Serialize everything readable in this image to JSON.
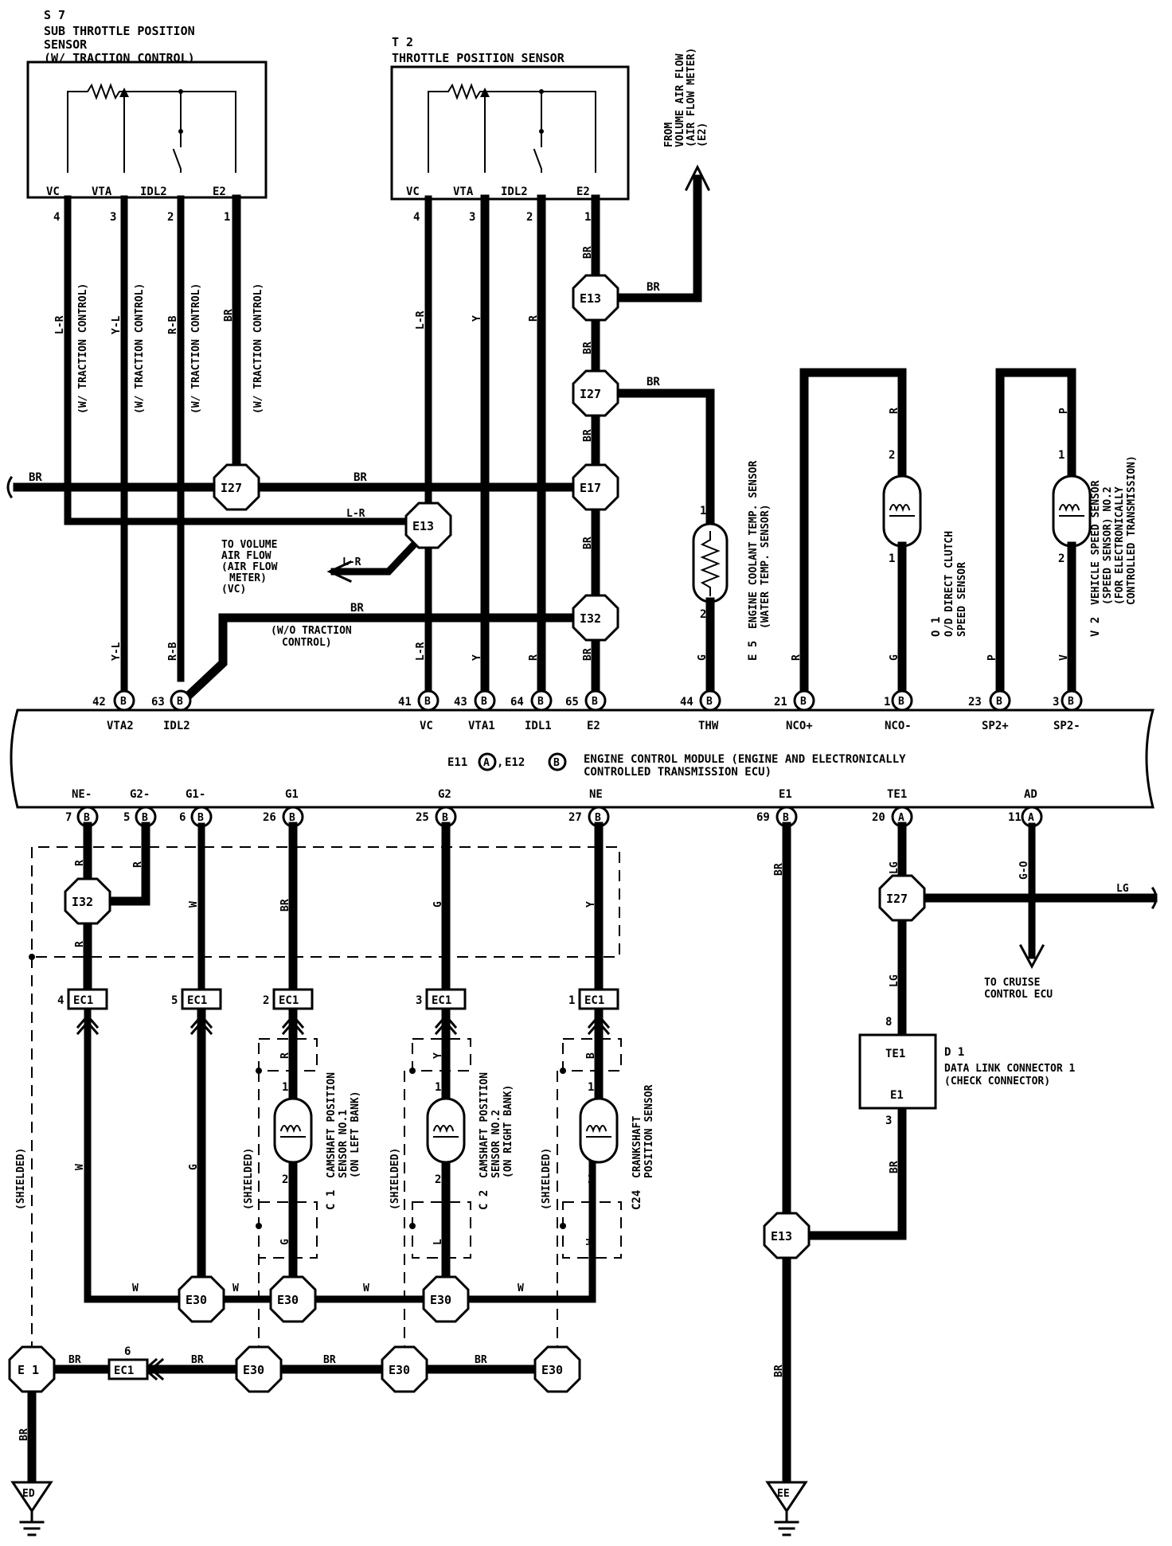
{
  "s7": {
    "id": "S 7",
    "name": "SUB THROTTLE POSITION",
    "name2": "SENSOR",
    "note": "(W/ TRACTION CONTROL)"
  },
  "t2": {
    "id": "T 2",
    "name": "THROTTLE POSITION SENSOR"
  },
  "sensor_pins": {
    "vc": "VC",
    "vta": "VTA",
    "idl2": "IDL2",
    "e2": "E2",
    "p4": "4",
    "p3": "3",
    "p2": "2",
    "p1": "1"
  },
  "traction": "(W/ TRACTION CONTROL)",
  "wo_traction": [
    "(W/O TRACTION",
    "CONTROL)"
  ],
  "from_air": [
    "FROM",
    "VOLUME AIR FLOW",
    "(AIR FLOW METER)",
    "(E2)"
  ],
  "to_air": [
    "TO VOLUME",
    "AIR FLOW",
    "(AIR FLOW",
    "METER)",
    "(VC)"
  ],
  "colors": {
    "br": "BR",
    "lr": "L-R",
    "yl": "Y-L",
    "rb": "R-B",
    "y": "Y",
    "r": "R",
    "g": "G",
    "p": "P",
    "v": "V",
    "w": "W",
    "lg": "LG",
    "b": "B",
    "l": "L",
    "go": "G-O"
  },
  "connectors": {
    "e13": "E13",
    "i27": "I27",
    "e17": "E17",
    "i32": "I32",
    "ec1": "EC1",
    "e30": "E30",
    "e1": "E 1",
    "ed": "ED",
    "ee": "EE",
    "a": "A",
    "b": "B"
  },
  "e5": {
    "id": "E 5",
    "name": "ENGINE COOLANT TEMP. SENSOR",
    "name2": "(WATER TEMP. SENSOR)"
  },
  "o1": {
    "id": "O 1",
    "name": "O/D DIRECT CLUTCH",
    "name2": "SPEED SENSOR"
  },
  "v2": {
    "id": "V 2",
    "name": "VEHICLE SPEED SENSOR",
    "name2": "(SPEED SENSOR) NO.2",
    "name3": "(FOR ELECTRONICALLY",
    "name4": "CONTROLLED TRANSMISSION)"
  },
  "ecm": {
    "pins_top": [
      "VTA2",
      "IDL2",
      "VC",
      "VTA1",
      "IDL1",
      "E2",
      "THW",
      "NCO+",
      "NCO-",
      "SP2+",
      "SP2-"
    ],
    "nums_top": [
      "42",
      "63",
      "41",
      "43",
      "64",
      "65",
      "44",
      "21",
      "1",
      "23",
      "3"
    ],
    "title_a": "E11",
    "title_b": "E12",
    "name": "ENGINE CONTROL MODULE (ENGINE AND ELECTRONICALLY",
    "name2": "CONTROLLED TRANSMISSION ECU)",
    "pins_bot": [
      "NE-",
      "G2-",
      "G1-",
      "G1",
      "G2",
      "NE",
      "E1",
      "TE1",
      "AD"
    ],
    "nums_bot": [
      "7",
      "5",
      "6",
      "26",
      "25",
      "27",
      "69",
      "20",
      "11"
    ]
  },
  "c1": {
    "id": "C 1",
    "name": "CAMSHAFT POSITION",
    "name2": "SENSOR NO.1",
    "name3": "(ON LEFT BANK)"
  },
  "c2": {
    "id": "C 2",
    "name": "CAMSHAFT POSITION",
    "name2": "SENSOR NO.2",
    "name3": "(ON RIGHT BANK)"
  },
  "c24": {
    "id": "C24",
    "name": "CRANKSHAFT",
    "name2": "POSITION SENSOR"
  },
  "shielded": "(SHIELDED)",
  "d1": {
    "id": "D 1",
    "name": "DATA LINK CONNECTOR 1",
    "name2": "(CHECK CONNECTOR)",
    "te1": "TE1",
    "e1": "E1",
    "p8": "8",
    "p3": "3"
  },
  "cruise": [
    "TO CRUISE",
    "CONTROL ECU"
  ],
  "ec1_nums": [
    "4",
    "5",
    "2",
    "3",
    "1",
    "6"
  ],
  "sensor_nums": {
    "one": "1",
    "two": "2"
  }
}
